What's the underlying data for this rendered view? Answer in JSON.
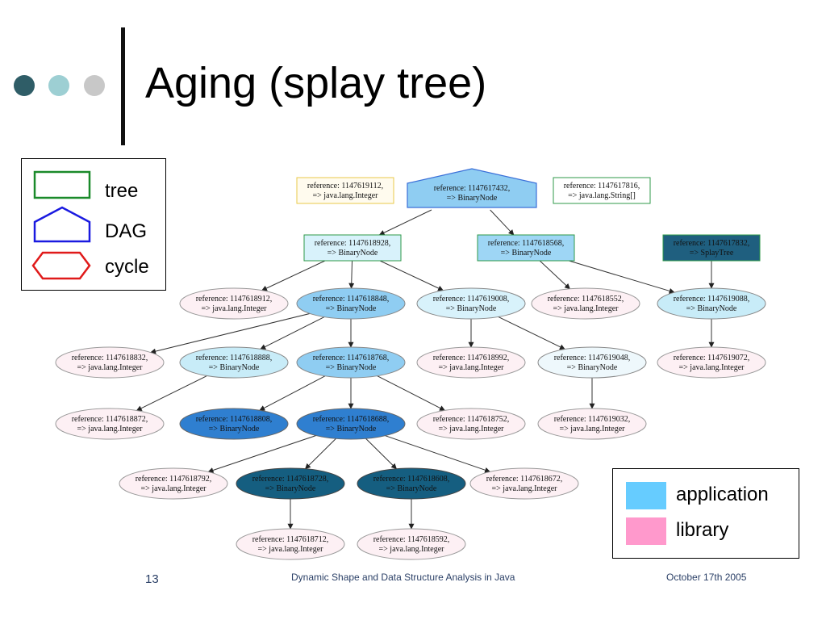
{
  "slide": {
    "title": "Aging (splay tree)",
    "footer_center": "Dynamic Shape and Data Structure Analysis in Java",
    "footer_right": "October 17th 2005",
    "page_number": "13",
    "dot_colors": [
      "#2f5d67",
      "#9dcfd3",
      "#c8c8c8"
    ]
  },
  "shape_legend": [
    {
      "label": "tree",
      "shape": "rectangle",
      "stroke": "#1a8a2a"
    },
    {
      "label": "DAG",
      "shape": "house-pentagon",
      "stroke": "#1a1ae0"
    },
    {
      "label": "cycle",
      "shape": "hexagon",
      "stroke": "#e01a1a"
    }
  ],
  "color_legend": [
    {
      "label": "application",
      "color": "#66ccff"
    },
    {
      "label": "library",
      "color": "#ff99cc"
    }
  ],
  "graph": {
    "nodes": [
      {
        "id": "n1147617432",
        "line1": "reference: 1147617432,",
        "line2": "=> BinaryNode",
        "shape": "house",
        "fill": "#8fcdf2",
        "stroke": "#3a6fd8",
        "text": "#111"
      },
      {
        "id": "n1147619112",
        "line1": "reference: 1147619112,",
        "line2": "=> java.lang.Integer",
        "shape": "rect",
        "fill": "#fffbee",
        "stroke": "#e8c94a",
        "text": "#111"
      },
      {
        "id": "n1147617816",
        "line1": "reference: 1147617816,",
        "line2": "=> java.lang.String[]",
        "shape": "rect",
        "fill": "#ffffff",
        "stroke": "#2f9a4a",
        "text": "#111"
      },
      {
        "id": "n1147618928",
        "line1": "reference: 1147618928,",
        "line2": "=> BinaryNode",
        "shape": "rect",
        "fill": "#d8f2fb",
        "stroke": "#2f9a4a",
        "text": "#111"
      },
      {
        "id": "n1147618568",
        "line1": "reference: 1147618568,",
        "line2": "=> BinaryNode",
        "shape": "rect",
        "fill": "#9ed6f5",
        "stroke": "#2f9a4a",
        "text": "#111"
      },
      {
        "id": "n1147617832",
        "line1": "reference: 1147617832,",
        "line2": "=> SplayTree",
        "shape": "rect",
        "fill": "#1f5f7f",
        "stroke": "#2f9a4a",
        "text": "#ffffff"
      },
      {
        "id": "n1147618912",
        "line1": "reference: 1147618912,",
        "line2": "=> java.lang.Integer",
        "shape": "ellipse",
        "fill": "#fdf0f4",
        "stroke": "#999999",
        "text": "#111"
      },
      {
        "id": "n1147618848",
        "line1": "reference: 1147618848,",
        "line2": "=> BinaryNode",
        "shape": "ellipse",
        "fill": "#8fcdf2",
        "stroke": "#888888",
        "text": "#111"
      },
      {
        "id": "n1147619008",
        "line1": "reference: 1147619008,",
        "line2": "=> BinaryNode",
        "shape": "ellipse",
        "fill": "#d8f2fb",
        "stroke": "#888888",
        "text": "#111"
      },
      {
        "id": "n1147618552",
        "line1": "reference: 1147618552,",
        "line2": "=> java.lang.Integer",
        "shape": "ellipse",
        "fill": "#fdf0f4",
        "stroke": "#999999",
        "text": "#111"
      },
      {
        "id": "n1147619088",
        "line1": "reference: 1147619088,",
        "line2": "=> BinaryNode",
        "shape": "ellipse",
        "fill": "#c8ecf8",
        "stroke": "#888888",
        "text": "#111"
      },
      {
        "id": "n1147618832",
        "line1": "reference: 1147618832,",
        "line2": "=> java.lang.Integer",
        "shape": "ellipse",
        "fill": "#fdf0f4",
        "stroke": "#999999",
        "text": "#111"
      },
      {
        "id": "n1147618888",
        "line1": "reference: 1147618888,",
        "line2": "=> BinaryNode",
        "shape": "ellipse",
        "fill": "#c8ecf8",
        "stroke": "#888888",
        "text": "#111"
      },
      {
        "id": "n1147618768",
        "line1": "reference: 1147618768,",
        "line2": "=> BinaryNode",
        "shape": "ellipse",
        "fill": "#8fcdf2",
        "stroke": "#888888",
        "text": "#111"
      },
      {
        "id": "n1147618992",
        "line1": "reference: 1147618992,",
        "line2": "=> java.lang.Integer",
        "shape": "ellipse",
        "fill": "#fdf0f4",
        "stroke": "#999999",
        "text": "#111"
      },
      {
        "id": "n1147619048",
        "line1": "reference: 1147619048,",
        "line2": "=> BinaryNode",
        "shape": "ellipse",
        "fill": "#eef8fc",
        "stroke": "#888888",
        "text": "#111"
      },
      {
        "id": "n1147619072",
        "line1": "reference: 1147619072,",
        "line2": "=> java.lang.Integer",
        "shape": "ellipse",
        "fill": "#fdf0f4",
        "stroke": "#999999",
        "text": "#111"
      },
      {
        "id": "n1147618872",
        "line1": "reference: 1147618872,",
        "line2": "=> java.lang.Integer",
        "shape": "ellipse",
        "fill": "#fdf0f4",
        "stroke": "#999999",
        "text": "#111"
      },
      {
        "id": "n1147618808",
        "line1": "reference: 1147618808,",
        "line2": "=> BinaryNode",
        "shape": "ellipse",
        "fill": "#2f7fd0",
        "stroke": "#666666",
        "text": "#111"
      },
      {
        "id": "n1147618688",
        "line1": "reference: 1147618688,",
        "line2": "=> BinaryNode",
        "shape": "ellipse",
        "fill": "#2f7fd0",
        "stroke": "#666666",
        "text": "#111"
      },
      {
        "id": "n1147618752",
        "line1": "reference: 1147618752,",
        "line2": "=> java.lang.Integer",
        "shape": "ellipse",
        "fill": "#fdf0f4",
        "stroke": "#999999",
        "text": "#111"
      },
      {
        "id": "n1147619032",
        "line1": "reference: 1147619032,",
        "line2": "=> java.lang.Integer",
        "shape": "ellipse",
        "fill": "#fdf0f4",
        "stroke": "#999999",
        "text": "#111"
      },
      {
        "id": "n1147618792",
        "line1": "reference: 1147618792,",
        "line2": "=> java.lang.Integer",
        "shape": "ellipse",
        "fill": "#fdf0f4",
        "stroke": "#999999",
        "text": "#111"
      },
      {
        "id": "n1147618728",
        "line1": "reference: 1147618728,",
        "line2": "=> BinaryNode",
        "shape": "ellipse",
        "fill": "#155e80",
        "stroke": "#444444",
        "text": "#111"
      },
      {
        "id": "n1147618608",
        "line1": "reference: 1147618608,",
        "line2": "=> BinaryNode",
        "shape": "ellipse",
        "fill": "#155e80",
        "stroke": "#444444",
        "text": "#111"
      },
      {
        "id": "n1147618672",
        "line1": "reference: 1147618672,",
        "line2": "=> java.lang.Integer",
        "shape": "ellipse",
        "fill": "#fdf0f4",
        "stroke": "#999999",
        "text": "#111"
      },
      {
        "id": "n1147618712",
        "line1": "reference: 1147618712,",
        "line2": "=> java.lang.Integer",
        "shape": "ellipse",
        "fill": "#fdf0f4",
        "stroke": "#999999",
        "text": "#111"
      },
      {
        "id": "n1147618592",
        "line1": "reference: 1147618592,",
        "line2": "=> java.lang.Integer",
        "shape": "ellipse",
        "fill": "#fdf0f4",
        "stroke": "#999999",
        "text": "#111"
      }
    ],
    "edges": [
      [
        "n1147617432",
        "n1147618928"
      ],
      [
        "n1147617432",
        "n1147618568"
      ],
      [
        "n1147618928",
        "n1147618912"
      ],
      [
        "n1147618928",
        "n1147618848"
      ],
      [
        "n1147618928",
        "n1147619008"
      ],
      [
        "n1147618568",
        "n1147618552"
      ],
      [
        "n1147618568",
        "n1147619088"
      ],
      [
        "n1147617832",
        "n1147619088"
      ],
      [
        "n1147618848",
        "n1147618832"
      ],
      [
        "n1147618848",
        "n1147618888"
      ],
      [
        "n1147618848",
        "n1147618768"
      ],
      [
        "n1147619008",
        "n1147618992"
      ],
      [
        "n1147619008",
        "n1147619048"
      ],
      [
        "n1147619088",
        "n1147619072"
      ],
      [
        "n1147618888",
        "n1147618872"
      ],
      [
        "n1147618768",
        "n1147618808"
      ],
      [
        "n1147618768",
        "n1147618688"
      ],
      [
        "n1147618768",
        "n1147618752"
      ],
      [
        "n1147619048",
        "n1147619032"
      ],
      [
        "n1147618688",
        "n1147618792"
      ],
      [
        "n1147618688",
        "n1147618728"
      ],
      [
        "n1147618688",
        "n1147618608"
      ],
      [
        "n1147618688",
        "n1147618672"
      ],
      [
        "n1147618728",
        "n1147618712"
      ],
      [
        "n1147618608",
        "n1147618592"
      ]
    ]
  }
}
